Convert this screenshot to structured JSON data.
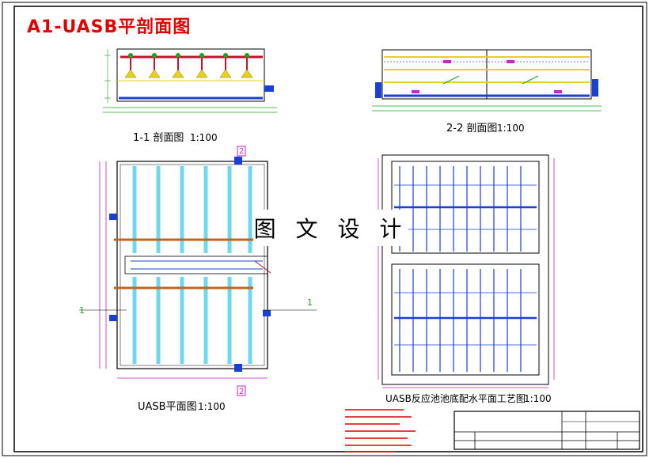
{
  "title": "A1-UASB平剖面图",
  "watermark": "图 文 设 计",
  "views": {
    "section_1": {
      "name": "1-1 剖面图",
      "scale": "1:100"
    },
    "section_2": {
      "name": "2-2 剖面图",
      "scale": "1:100"
    },
    "plan": {
      "name": "UASB平面图",
      "scale": "1:100"
    },
    "distribution": {
      "name": "UASB反应池池底配水平面工艺图",
      "scale": "1:100"
    }
  },
  "section_marks": {
    "a": "1",
    "b": "2"
  },
  "colors": {
    "frame": "#000000",
    "title": "#e00000",
    "pipe_blue": "#1a3fd6",
    "pipe_cyan": "#6fd8ee",
    "pipe_red": "#c8102e",
    "beam_orange": "#c5641c",
    "level_yellow": "#e6d21a",
    "dim_green": "#1fa21f",
    "mark_magenta": "#cc22cc"
  }
}
